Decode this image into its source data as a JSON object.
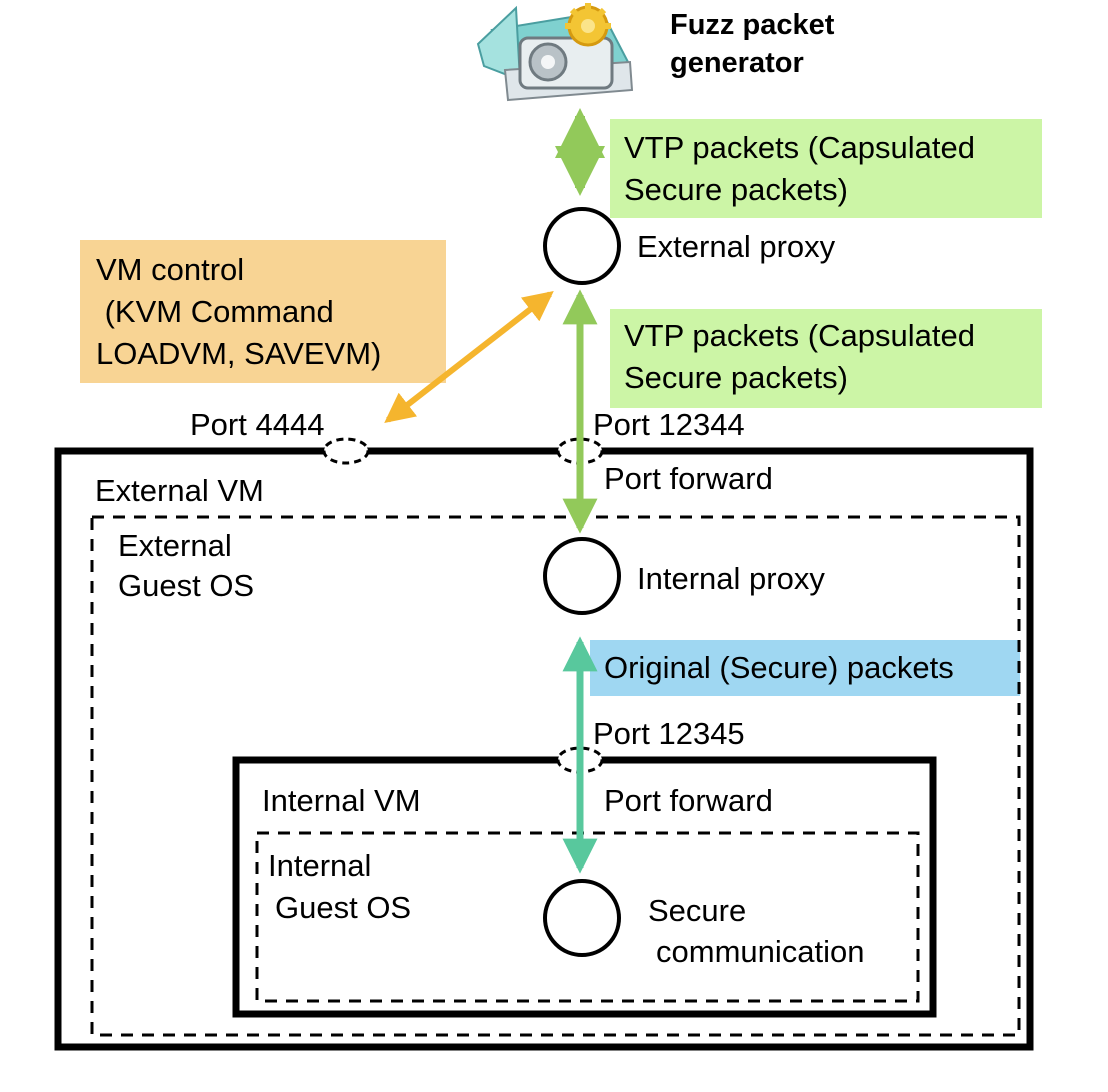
{
  "generator": {
    "icon": "gear-monitor-icon",
    "title_line1": "Fuzz packet",
    "title_line2": "generator"
  },
  "vtp_label_top": {
    "line1": "VTP packets (Capsulated",
    "line2": "Secure packets)"
  },
  "vtp_label_mid": {
    "line1": "VTP packets (Capsulated",
    "line2": "Secure packets)"
  },
  "vm_control": {
    "line1": "VM control",
    "line2": " (KVM Command",
    "line3": "LOADVM, SAVEVM)"
  },
  "nodes": {
    "external_proxy": "External proxy",
    "internal_proxy": "Internal proxy",
    "secure_line1": "Secure",
    "secure_line2": "communication"
  },
  "ports": {
    "port_4444": "Port 4444",
    "port_12344": "Port 12344",
    "port_12345": "Port 12345",
    "forward_outer": "Port forward",
    "forward_inner": "Port forward"
  },
  "containers": {
    "external_vm": "External VM",
    "external_guest_line1": "External",
    "external_guest_line2": "Guest OS",
    "internal_vm": "Internal VM",
    "internal_guest_line1": "Internal",
    "internal_guest_line2": "Guest OS"
  },
  "original_label": "Original (Secure) packets",
  "colors": {
    "green_label_bg": "#ccf5a6",
    "orange_label_bg": "#f8d494",
    "blue_label_bg": "#9fd7f2",
    "green_arrow": "#92c95a",
    "orange_arrow": "#f5b52e",
    "teal_arrow": "#58c89d",
    "line": "#000000"
  }
}
